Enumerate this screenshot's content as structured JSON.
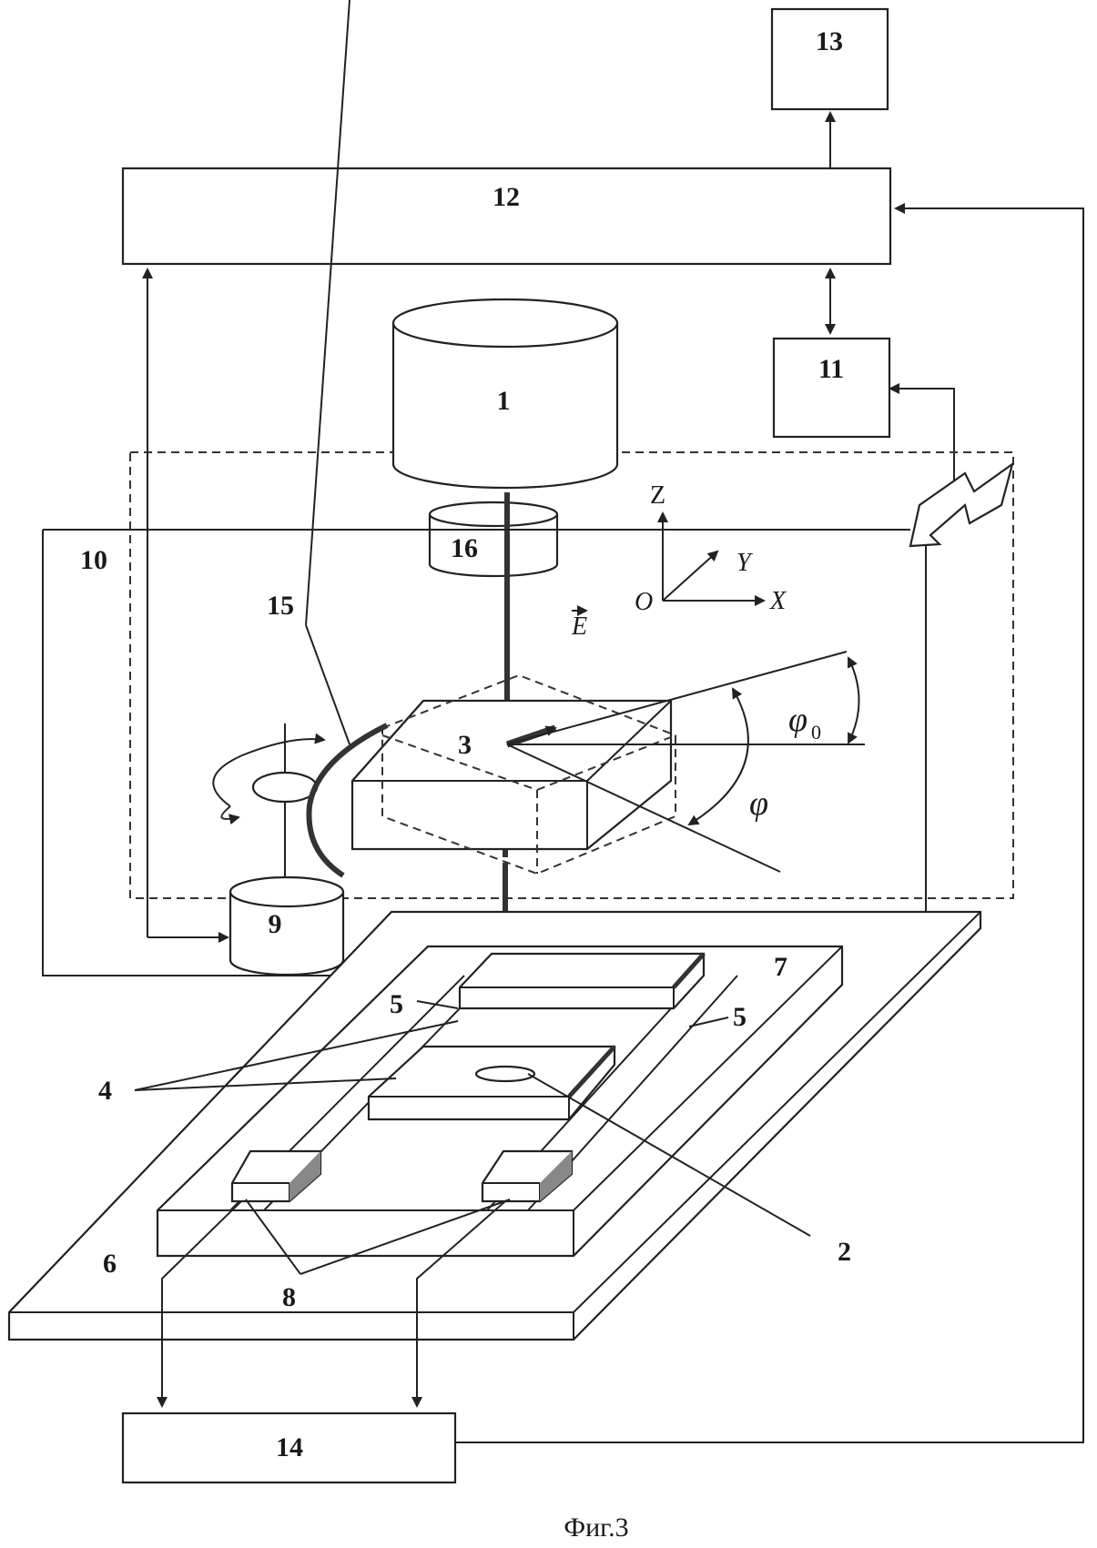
{
  "labels": {
    "n1": "1",
    "n2": "2",
    "n3": "3",
    "n4": "4",
    "n5a": "5",
    "n5b": "5",
    "n6": "6",
    "n7": "7",
    "n8": "8",
    "n9": "9",
    "n10": "10",
    "n11": "11",
    "n12": "12",
    "n13": "13",
    "n14": "14",
    "n15": "15",
    "n16": "16"
  },
  "axes": {
    "z": "Z",
    "y": "Y",
    "x": "X",
    "o": "O",
    "e": "E"
  },
  "angles": {
    "phi0": "φ",
    "phi0_sub": "0",
    "phi": "φ"
  },
  "caption": "Фиг.3"
}
